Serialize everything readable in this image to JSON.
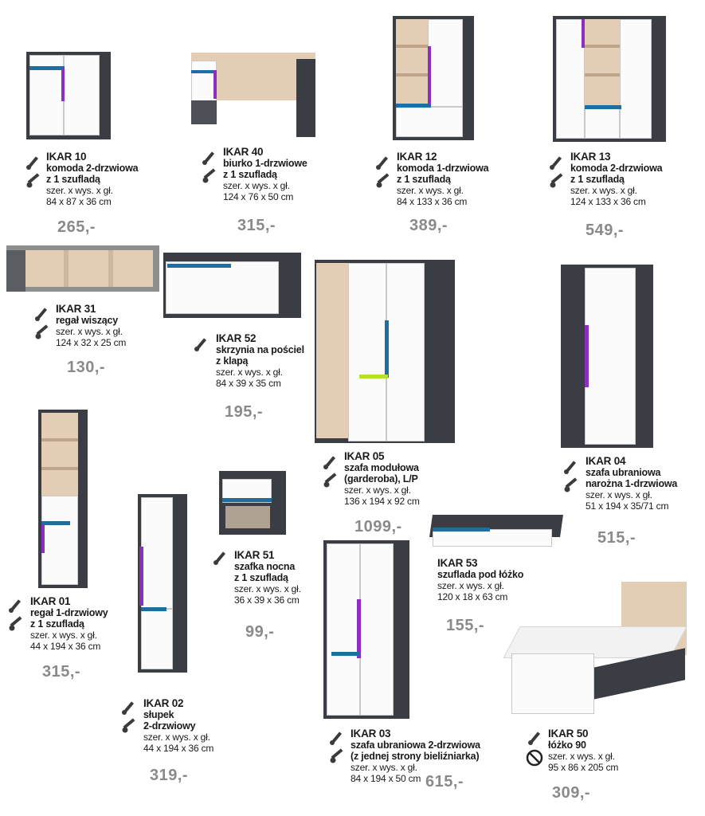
{
  "products": [
    {
      "code": "IKAR 10",
      "name": [
        "komoda 2-drzwiowa",
        "z 1 szufladą"
      ],
      "dim_label": "szer. x wys. x gł.",
      "dims": "84 x 87 x 36 cm",
      "price": "265,-",
      "icon": "assembly-tools-icon"
    },
    {
      "code": "IKAR 40",
      "name": [
        "biurko 1-drzwiowe",
        "z 1 szufladą"
      ],
      "dim_label": "szer. x wys. x gł.",
      "dims": "124 x 76 x 50 cm",
      "price": "315,-",
      "icon": "assembly-tools-icon"
    },
    {
      "code": "IKAR 12",
      "name": [
        "komoda 1-drzwiowa",
        "z 1 szufladą"
      ],
      "dim_label": "szer. x wys. x gł.",
      "dims": "84 x 133 x 36 cm",
      "price": "389,-",
      "icon": "assembly-tools-icon"
    },
    {
      "code": "IKAR 13",
      "name": [
        "komoda 2-drzwiowa",
        "z 1 szufladą"
      ],
      "dim_label": "szer. x wys. x gł.",
      "dims": "124 x 133 x 36 cm",
      "price": "549,-",
      "icon": "assembly-tools-icon"
    },
    {
      "code": "IKAR 31",
      "name": [
        "regał wiszący"
      ],
      "dim_label": "szer. x wys. x gł.",
      "dims": "124 x 32 x 25 cm",
      "price": "130,-",
      "icon": "assembly-tools-icon"
    },
    {
      "code": "IKAR 52",
      "name": [
        "skrzynia na pościel",
        "z klapą"
      ],
      "dim_label": "szer. x wys. x gł.",
      "dims": "84 x 39 x 35 cm",
      "price": "195,-",
      "icon": "assembly-tools-icon"
    },
    {
      "code": "IKAR 05",
      "name": [
        "szafa modułowa",
        "(garderoba), L/P"
      ],
      "dim_label": "szer. x wys. x gł.",
      "dims": "136 x 194 x 92 cm",
      "price": "1099,-",
      "icon": "assembly-tools-icon"
    },
    {
      "code": "IKAR 04",
      "name": [
        "szafa ubraniowa",
        "narożna 1-drzwiowa"
      ],
      "dim_label": "szer. x wys. x gł.",
      "dims": "51 x 194 x 35/71 cm",
      "price": "515,-",
      "icon": "assembly-tools-icon"
    },
    {
      "code": "IKAR 51",
      "name": [
        "szafka nocna",
        "z 1 szufladą"
      ],
      "dim_label": "szer. x wys. x gł.",
      "dims": "36 x 39 x 36 cm",
      "price": "99,-",
      "icon": "assembly-tools-icon"
    },
    {
      "code": "IKAR 53",
      "name": [
        "szuflada pod łóżko"
      ],
      "dim_label": "szer. x wys. x gł.",
      "dims": "120 x 18 x 63 cm",
      "price": "155,-",
      "icon": "none"
    },
    {
      "code": "IKAR 01",
      "name": [
        "regał 1-drzwiowy",
        "z 1 szufladą"
      ],
      "dim_label": "szer. x wys. x gł.",
      "dims": "44 x 194 x 36 cm",
      "price": "315,-",
      "icon": "assembly-tools-icon"
    },
    {
      "code": "IKAR 02",
      "name": [
        "słupek",
        "2-drzwiowy"
      ],
      "dim_label": "szer. x wys. x gł.",
      "dims": "44 x 194 x 36 cm",
      "price": "319,-",
      "icon": "assembly-tools-icon"
    },
    {
      "code": "IKAR 03",
      "name": [
        "szafa ubraniowa 2-drzwiowa",
        "(z jednej strony bieliźniarka)"
      ],
      "dim_label": "szer. x wys. x gł.",
      "dims": "84 x 194 x 50 cm",
      "price": "615,-",
      "icon": "assembly-tools-icon"
    },
    {
      "code": "IKAR 50",
      "name": [
        "łóżko 90"
      ],
      "dim_label": "szer. x wys. x gł.",
      "dims": "95 x 86 x 205 cm",
      "price": "309,-",
      "icon": "no-assembly-icon"
    }
  ],
  "colors": {
    "body": "#3a3d44",
    "front": "#fbfbfb",
    "wood": "#e3cdb5",
    "blue": "#1d6fa3",
    "violet": "#8c2fc0",
    "lime": "#b7e02a",
    "price": "#8a8a8a"
  }
}
